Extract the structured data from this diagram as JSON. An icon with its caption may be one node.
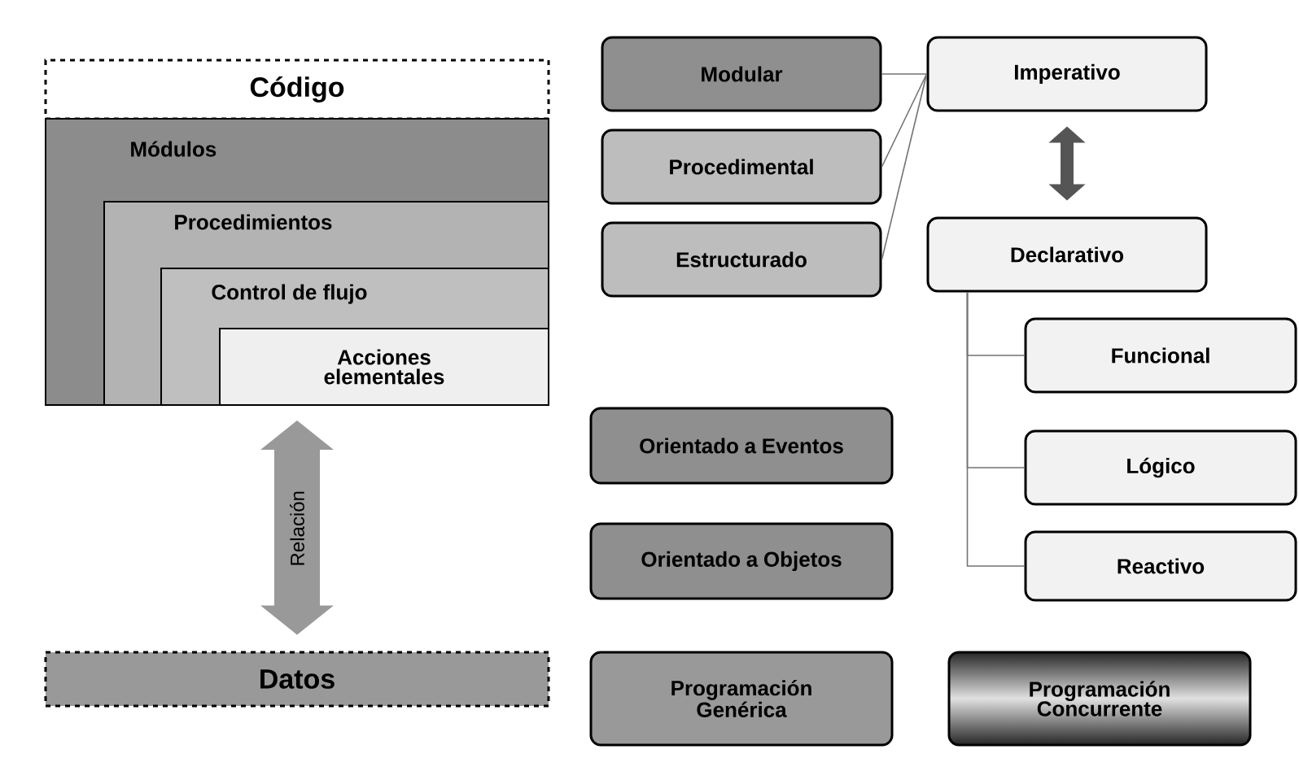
{
  "diagram": {
    "nodes": [
      {
        "text": [
          "Código"
        ]
      },
      {
        "text": [
          "Módulos"
        ]
      },
      {
        "text": [
          "Procedimientos"
        ],
        "in": 1
      },
      {
        "text": [
          "Control de flujo"
        ],
        "in": 2
      },
      {
        "text": [
          "Acciones elementales"
        ],
        "in": 3
      },
      {
        "text": [
          "Datos"
        ]
      },
      {
        "text": [
          "Modular"
        ]
      },
      {
        "text": [
          "Procedimental"
        ]
      },
      {
        "text": [
          "Estructurado"
        ]
      },
      {
        "text": [
          "Imperativo"
        ]
      },
      {
        "text": [
          "Declarativo"
        ]
      },
      {
        "text": [
          "Funcional"
        ]
      },
      {
        "text": [
          "Lógico"
        ]
      },
      {
        "text": [
          "Reactivo"
        ]
      },
      {
        "text": [
          "Orientado a Eventos"
        ]
      },
      {
        "text": [
          "Orientado a Objetos"
        ]
      },
      {
        "text": [
          "Programación Genérica"
        ]
      },
      {
        "text": [
          "Programación Concurrente"
        ]
      }
    ],
    "edges": [
      {
        "from": 1,
        "to": 5,
        "arrow": "both",
        "label": "Relación",
        "style": "thick",
        "color": "#999999"
      },
      {
        "from": 6,
        "to": 9,
        "arrow": "none"
      },
      {
        "from": 7,
        "to": 9,
        "arrow": "none"
      },
      {
        "from": 8,
        "to": 9,
        "arrow": "none"
      },
      {
        "from": 9,
        "to": 10,
        "arrow": "both",
        "style": "thick",
        "color": "#555555"
      },
      {
        "from": 10,
        "to": 11,
        "arrow": "none"
      },
      {
        "from": 10,
        "to": 12,
        "arrow": "none"
      },
      {
        "from": 10,
        "to": 13,
        "arrow": "none"
      }
    ]
  }
}
